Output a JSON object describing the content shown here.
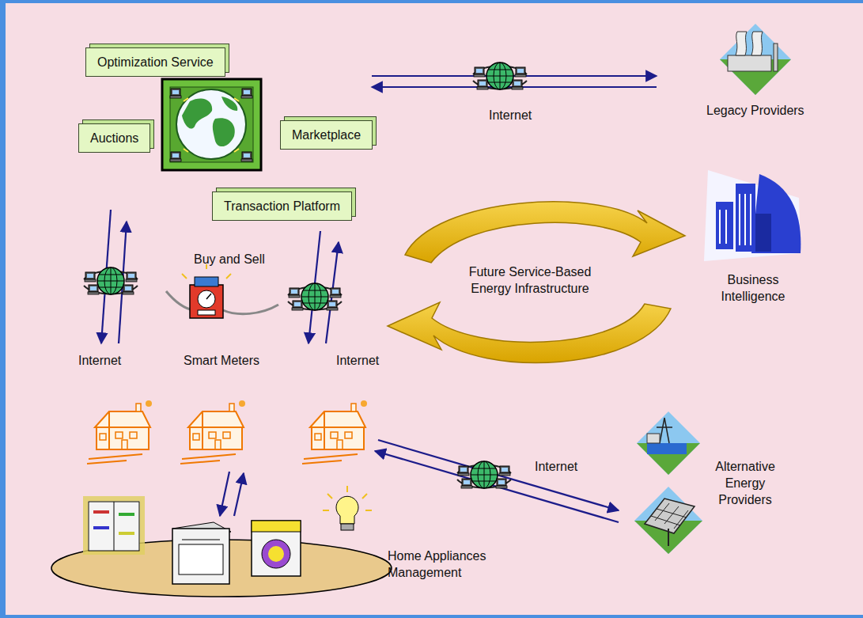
{
  "diagram": {
    "nodes": [
      {
        "text": [
          "Optimization Service"
        ]
      },
      {
        "text": [
          "Auctions"
        ]
      },
      {
        "text": [
          "Marketplace"
        ]
      },
      {
        "text": [
          "Transaction Platform"
        ]
      }
    ],
    "labels": [
      "Internet",
      "Legacy Providers",
      "Buy and Sell",
      "Future Service-Based Energy Infrastructure",
      "Business Intelligence",
      "Internet",
      "Smart Meters",
      "Internet",
      "Internet",
      "Alternative Energy Providers",
      "Home Appliances Management"
    ]
  }
}
